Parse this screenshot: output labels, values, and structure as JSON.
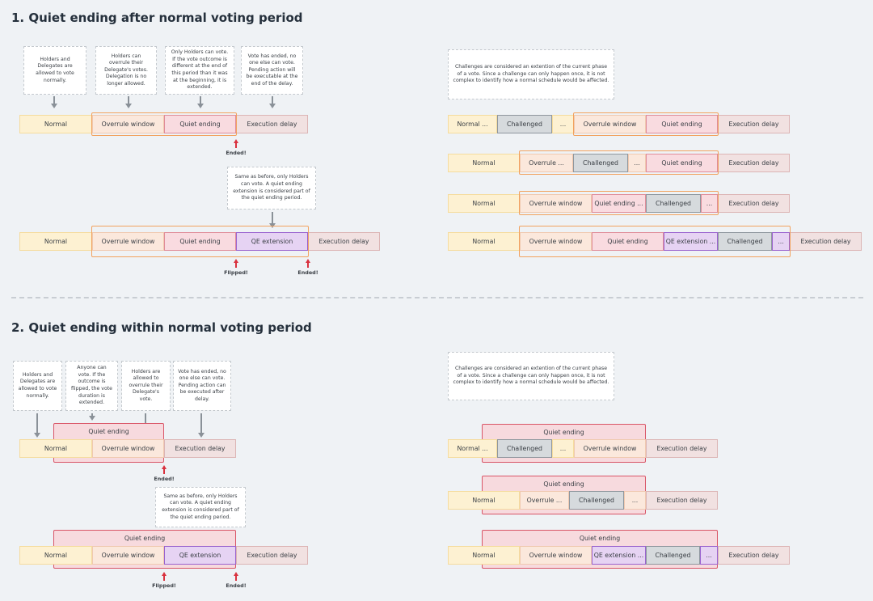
{
  "sections": [
    {
      "title": "1. Quiet ending after normal voting period"
    },
    {
      "title": "2. Quiet ending within normal voting period"
    }
  ],
  "phases": {
    "normal": "Normal",
    "normal_trunc": "Normal ...",
    "overrule": "Overrule window",
    "overrule_trunc": "Overrule ...",
    "quiet": "Quiet ending",
    "quiet_trunc": "Quiet ending ...",
    "qe": "QE extension",
    "qe_trunc": "QE extension ...",
    "exec": "Execution delay",
    "challenged": "Challenged",
    "ellipsis": "..."
  },
  "markers": {
    "ended": "Ended!",
    "flipped": "Flipped!"
  },
  "notes": {
    "s1_normal": "Holders and Delegates are allowed to vote normally.",
    "s1_overrule": "Holders can overrule their Delegate's votes. Delegation is no longer allowed.",
    "s1_quiet": "Only Holders can vote. If the vote outcome is different at the end of this period than it was at the beginning, it is extended.",
    "s1_exec": "Vote has ended, no one else can vote. Pending action will be executable at the end of the delay.",
    "qe_note": "Same as before, only Holders can vote. A quiet ending extension is considered part of the quiet ending period.",
    "challenge_note": "Challenges are considered an extention of the current phase of a vote. Since a challenge can only happen once, it is not complex to identify how a normal schedule would be affected.",
    "s2_normal": "Holders and Delegates are allowed to vote normally.",
    "s2_anyone": "Anyone can vote. If the outcome is flipped, the vote duration is extended.",
    "s2_holders": "Holders are allowed to overrule their Delegate's vote.",
    "s2_exec": "Vote has ended, no one else can vote. Pending action can be executed after delay."
  }
}
